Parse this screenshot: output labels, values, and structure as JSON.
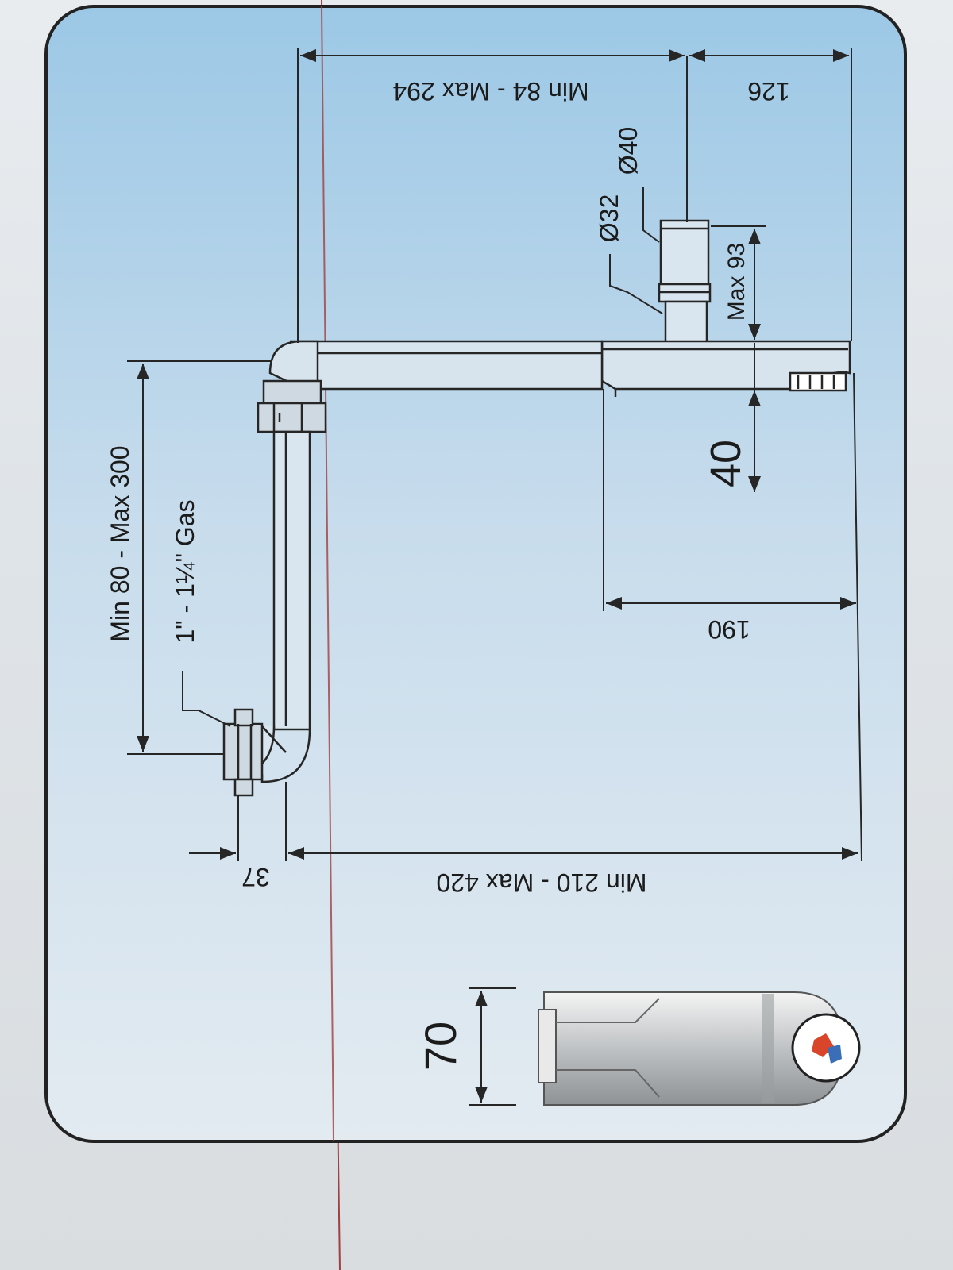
{
  "dimensions": {
    "outlet_reach": "Min 84 - Max 294",
    "outlet_offset": "126",
    "outlet_diameter": "Ø40",
    "tube_diameter": "Ø32",
    "outlet_height": "Max 93",
    "body_height": "40",
    "body_length": "190",
    "vertical_range": "Min 80 - Max 300",
    "connection_thread": "1\" - 1¼\" Gas",
    "inlet_offset": "37",
    "total_length": "Min 210 - Max 420",
    "cap_diameter": "70"
  },
  "colors": {
    "panel_top": "#9ec9e6",
    "panel_bottom": "#dce7ef",
    "line": "#262626",
    "page": "#e4e7ea",
    "logo_red": "#d8452a",
    "logo_blue": "#3a6fb8"
  },
  "logo": {
    "icon": "hot-cold-water-logo-icon"
  }
}
